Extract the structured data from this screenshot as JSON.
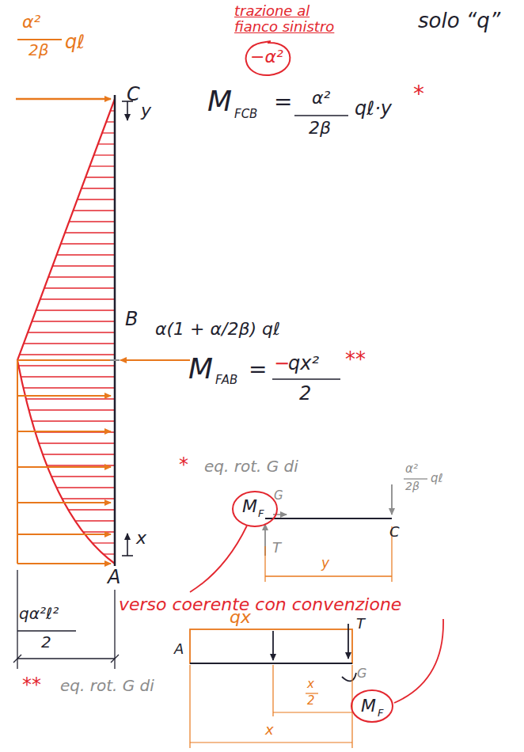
{
  "diagram": {
    "labels": [
      "α²",
      "2β",
      "qℓ",
      "C",
      "y",
      "B",
      "α(1 + α/2β) qℓ",
      "x",
      "A",
      "qα²ℓ²",
      "2",
      "trazione al fianco sinistro",
      "solo “q”",
      "−α²",
      "M",
      "FCB",
      "=",
      "α²",
      "2β",
      "qℓ·y",
      "*",
      "M",
      "FAB",
      "=",
      "−",
      "qx²",
      "2",
      "**",
      "*",
      "eq. rot. G di",
      "M",
      "F",
      "G",
      "T",
      "y",
      "C",
      "α²",
      "2β",
      "qℓ",
      "verso coerente con convenzione",
      "**",
      "eq. rot. G di",
      "qx",
      "T",
      "A",
      "G",
      "M",
      "F",
      "x",
      "2",
      "x"
    ]
  }
}
